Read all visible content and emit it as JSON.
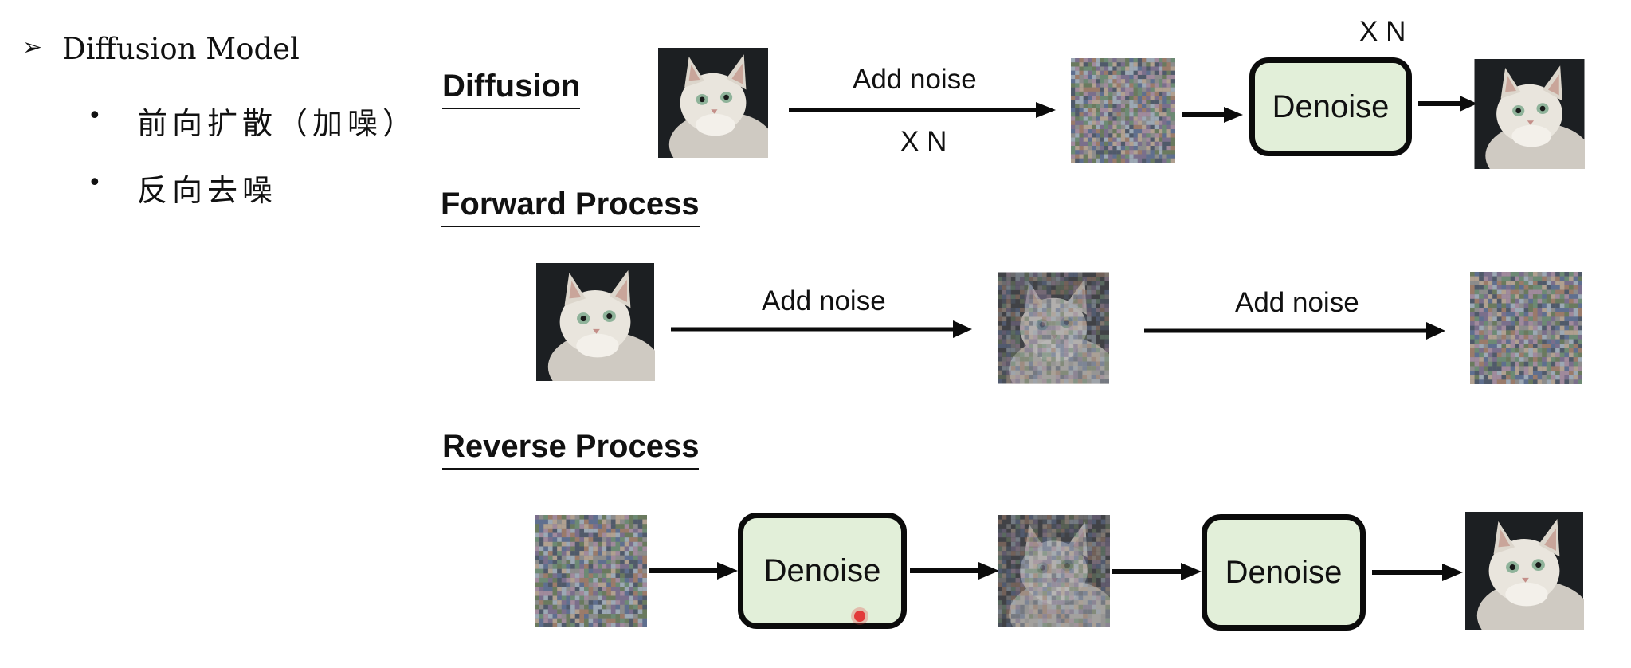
{
  "outline": {
    "title": "Diffusion Model",
    "bullets": [
      "前向扩散（加噪）",
      "反向去噪"
    ]
  },
  "diffusion": {
    "title": "Diffusion",
    "add_noise_label": "Add noise",
    "repeat_below": "X N",
    "repeat_above": "X N",
    "denoise_label": "Denoise"
  },
  "forward": {
    "title": "Forward Process",
    "step1_label": "Add noise",
    "step2_label": "Add noise"
  },
  "reverse": {
    "title": "Reverse Process",
    "denoise1_label": "Denoise",
    "denoise2_label": "Denoise"
  },
  "colors": {
    "denoise_fill": "#e2efd9",
    "stroke": "#0b0b0b",
    "cursor": "#e23a3a"
  },
  "icons": {
    "outline_marker": "arrowhead-icon",
    "bullet": "bullet-dot-icon"
  }
}
